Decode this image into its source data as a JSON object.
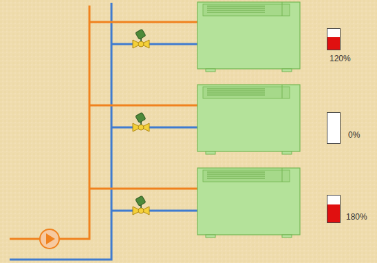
{
  "diagram": {
    "labels": [
      "120%",
      "0%",
      "180%"
    ]
  }
}
